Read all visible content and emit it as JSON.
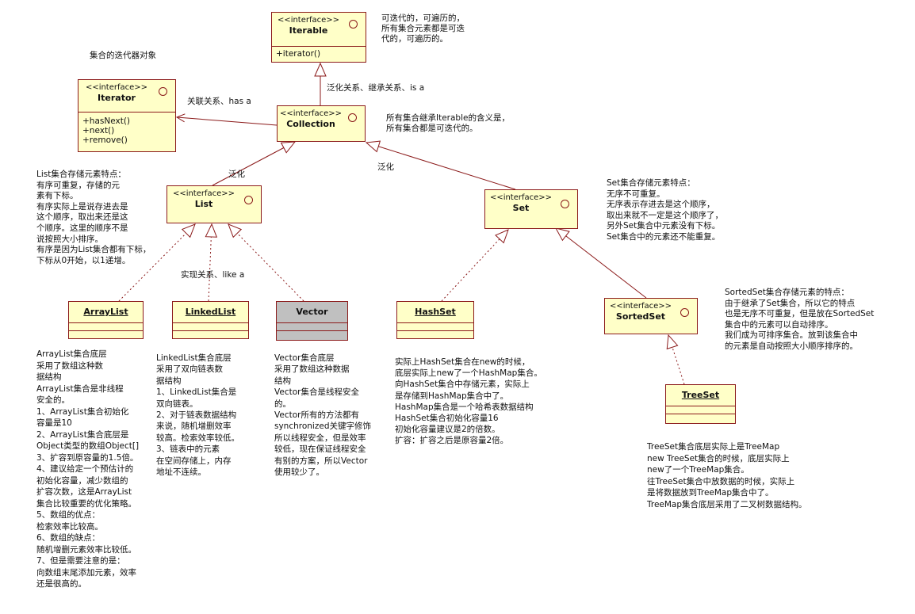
{
  "classes": {
    "iterable": {
      "stereotype": "<<interface>>",
      "name": "Iterable",
      "ops": [
        "+iterator()"
      ]
    },
    "iterator": {
      "stereotype": "<<interface>>",
      "name": "Iterator",
      "ops": [
        "+hasNext()",
        "+next()",
        "+remove()"
      ]
    },
    "collection": {
      "stereotype": "<<interface>>",
      "name": "Collection"
    },
    "list": {
      "stereotype": "<<interface>>",
      "name": "List"
    },
    "set": {
      "stereotype": "<<interface>>",
      "name": "Set"
    },
    "sortedset": {
      "stereotype": "<<interface>>",
      "name": "SortedSet"
    },
    "arraylist": {
      "name": "ArrayList"
    },
    "linkedlist": {
      "name": "LinkedList"
    },
    "vector": {
      "name": "Vector"
    },
    "hashset": {
      "name": "HashSet"
    },
    "treeset": {
      "name": "TreeSet"
    }
  },
  "labels": {
    "iterator_title": "集合的迭代器对象",
    "has_a": "关联关系、has a",
    "is_a": "泛化关系、继承关系、is a",
    "gen_left": "泛化",
    "gen_right": "泛化",
    "like_a": "实现关系、like a"
  },
  "notes": {
    "iterable": "可迭代的，可遍历的，\n所有集合元素都是可迭\n代的，可遍历的。",
    "collection": "所有集合继承Iterable的含义是，\n所有集合都是可迭代的。",
    "list": "List集合存储元素特点：\n有序可重复，存储的元\n素有下标。\n有序实际上是说存进去是\n这个顺序，取出来还是这\n个顺序。这里的顺序不是\n说按照大小排序。\n有序是因为List集合都有下标，\n下标从0开始，以1递增。",
    "set": "Set集合存储元素特点：\n无序不可重复。\n无序表示存进去是这个顺序，\n取出来就不一定是这个顺序了，\n另外Set集合中元素没有下标。\nSet集合中的元素还不能重复。",
    "sortedset": "SortedSet集合存储元素的特点：\n由于继承了Set集合，所以它的特点\n也是无序不可重复，但是放在SortedSet\n集合中的元素可以自动排序。\n我们成为可排序集合。放到该集合中\n的元素是自动按照大小顺序排序的。",
    "arraylist": "ArrayList集合底层\n采用了数组这种数\n据结构\nArrayList集合是非线程\n安全的。\n1、ArrayList集合初始化\n容量是10\n2、ArrayList集合底层是\nObject类型的数组Object[]\n3、扩容到原容量的1.5倍。\n4、建议给定一个预估计的\n初始化容量，减少数组的\n扩容次数，这是ArrayList\n集合比较重要的优化策略。\n5、数组的优点：\n检索效率比较高。\n6、数组的缺点：\n随机增删元素效率比较低。\n7、但是需要注意的是：\n向数组末尾添加元素，效率\n还是很高的。",
    "linkedlist": "LinkedList集合底层\n采用了双向链表数\n据结构\n1、LinkedList集合是\n双向链表。\n2、对于链表数据结构\n来说，随机增删效率\n较高。检索效率较低。\n3、链表中的元素\n在空间存储上，内存\n地址不连续。",
    "vector": "Vector集合底层\n采用了数组这种数据\n结构\nVector集合是线程安全\n的。\nVector所有的方法都有\nsynchronized关键字修饰\n所以线程安全，但是效率\n较低，现在保证线程安全\n有别的方案，所以Vector\n使用较少了。",
    "hashset": "实际上HashSet集合在new的时候，\n底层实际上new了一个HashMap集合。\n向HashSet集合中存储元素，实际上\n是存储到HashMap集合中了。\nHashMap集合是一个哈希表数据结构\nHashSet集合初始化容量16\n初始化容量建议是2的倍数。\n扩容：扩容之后是原容量2倍。",
    "treeset": "TreeSet集合底层实际上是TreeMap\nnew TreeSet集合的时候，底层实际上\nnew了一个TreeMap集合。\n往TreeSet集合中放数据的时候，实际上\n是将数据放到TreeMap集合中了。\nTreeMap集合底层采用了二叉树数据结构。"
  },
  "colors": {
    "box_fill": "#ffffc8",
    "box_border": "#8b1a1a",
    "vector_fill": "#c0c0c0"
  }
}
